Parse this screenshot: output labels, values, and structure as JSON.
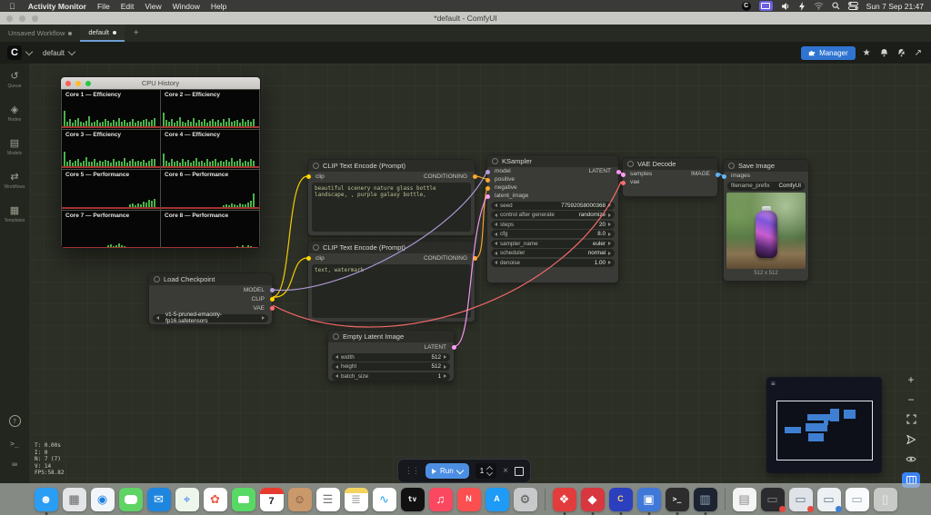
{
  "menu_bar": {
    "apple_logo": "",
    "app_name": "Activity Monitor",
    "items": [
      "File",
      "Edit",
      "View",
      "Window",
      "Help"
    ],
    "comfy_badge": "C",
    "clock": "Sun 7 Sep 21:47"
  },
  "window": {
    "title": "*default - ComfyUI"
  },
  "tab_bar": {
    "tabs": [
      {
        "label": "Unsaved Workflow",
        "active": false
      },
      {
        "label": "default",
        "active": true
      }
    ],
    "new_tab": "+"
  },
  "toolbar": {
    "logo_letter": "C",
    "workflow_dropdown": "default",
    "manager_label": "Manager"
  },
  "sidebar": {
    "items": [
      {
        "name": "sidebar-item-queue",
        "icon_name": "history-icon",
        "icon": "↺",
        "label": "Queue"
      },
      {
        "name": "sidebar-item-nodes",
        "icon_name": "node-library-icon",
        "icon": "◈",
        "label": "Nodes"
      },
      {
        "name": "sidebar-item-models",
        "icon_name": "model-library-icon",
        "icon": "▤",
        "label": "Models"
      },
      {
        "name": "sidebar-item-workflows",
        "icon_name": "workflows-icon",
        "icon": "⇄",
        "label": "Workflows"
      },
      {
        "name": "sidebar-item-templates",
        "icon_name": "templates-icon",
        "icon": "▦",
        "label": "Templates"
      }
    ],
    "help_glyph": "?",
    "terminal_glyph": ">_",
    "shortcuts_glyph": "⌨"
  },
  "cpu_window": {
    "title": "CPU History",
    "cores": [
      {
        "name": "cpu-core-1",
        "label": "Core 1 — Efficiency",
        "bars": [
          62,
          20,
          28,
          16,
          24,
          34,
          18,
          14,
          22,
          38,
          16,
          20,
          26,
          14,
          18,
          30,
          22,
          16,
          24,
          20,
          32,
          18,
          26,
          14,
          20,
          28,
          16,
          22,
          18,
          24,
          30,
          20,
          26,
          34
        ]
      },
      {
        "name": "cpu-core-2",
        "label": "Core 2 — Efficiency",
        "bars": [
          55,
          24,
          18,
          30,
          16,
          22,
          36,
          20,
          14,
          26,
          18,
          32,
          16,
          24,
          20,
          28,
          14,
          22,
          30,
          18,
          24,
          16,
          28,
          20,
          34,
          18,
          22,
          26,
          16,
          30,
          20,
          24,
          18,
          28
        ]
      },
      {
        "name": "cpu-core-3",
        "label": "Core 3 — Efficiency",
        "bars": [
          58,
          18,
          26,
          14,
          22,
          30,
          16,
          24,
          36,
          18,
          20,
          28,
          14,
          24,
          18,
          26,
          22,
          16,
          30,
          20,
          24,
          18,
          32,
          16,
          22,
          28,
          18,
          24,
          20,
          26,
          16,
          22,
          28,
          28
        ]
      },
      {
        "name": "cpu-core-4",
        "label": "Core 4 — Efficiency",
        "bars": [
          52,
          22,
          16,
          28,
          18,
          24,
          14,
          30,
          20,
          26,
          16,
          22,
          34,
          18,
          24,
          16,
          28,
          20,
          22,
          30,
          16,
          24,
          18,
          26,
          20,
          32,
          18,
          22,
          28,
          16,
          24,
          20,
          30,
          24
        ]
      },
      {
        "name": "cpu-core-5",
        "label": "Core 5 — Performance",
        "bars": [
          0,
          0,
          0,
          0,
          0,
          0,
          0,
          0,
          0,
          0,
          0,
          0,
          0,
          0,
          0,
          0,
          0,
          0,
          0,
          0,
          0,
          0,
          0,
          0,
          8,
          12,
          6,
          14,
          10,
          20,
          16,
          28,
          22,
          32
        ]
      },
      {
        "name": "cpu-core-6",
        "label": "Core 6 — Performance",
        "bars": [
          0,
          0,
          0,
          0,
          0,
          0,
          0,
          0,
          0,
          0,
          0,
          0,
          0,
          0,
          0,
          0,
          0,
          0,
          0,
          0,
          0,
          0,
          5,
          9,
          7,
          12,
          8,
          6,
          14,
          10,
          9,
          16,
          22,
          50
        ]
      },
      {
        "name": "cpu-core-7",
        "label": "Core 7 — Performance",
        "bars": [
          0,
          0,
          0,
          0,
          0,
          0,
          0,
          0,
          0,
          0,
          0,
          0,
          0,
          0,
          0,
          0,
          6,
          10,
          4,
          8,
          12,
          6,
          4,
          0,
          0,
          0,
          0,
          0,
          0,
          0,
          0,
          0,
          0,
          0
        ]
      },
      {
        "name": "cpu-core-8",
        "label": "Core 8 — Performance",
        "bars": [
          0,
          0,
          0,
          0,
          0,
          0,
          0,
          0,
          0,
          0,
          0,
          0,
          0,
          0,
          0,
          0,
          0,
          0,
          0,
          0,
          0,
          0,
          0,
          0,
          0,
          0,
          0,
          4,
          0,
          5,
          0,
          7,
          3,
          0
        ]
      }
    ]
  },
  "nodes": {
    "load_checkpoint": {
      "title": "Load Checkpoint",
      "outputs": [
        "MODEL",
        "CLIP",
        "VAE"
      ],
      "ckpt_name": "v1-5-pruned-emaonly-fp16.safetensors"
    },
    "clip_positive": {
      "title": "CLIP Text Encode (Prompt)",
      "input": "clip",
      "output": "CONDITIONING",
      "text": "beautiful scenery nature glass bottle landscape, , purple galaxy bottle,"
    },
    "clip_negative": {
      "title": "CLIP Text Encode (Prompt)",
      "input": "clip",
      "output": "CONDITIONING",
      "text": "text, watermark"
    },
    "empty_latent": {
      "title": "Empty Latent Image",
      "output": "LATENT",
      "widgets": [
        {
          "label": "width",
          "value": "512"
        },
        {
          "label": "height",
          "value": "512"
        },
        {
          "label": "batch_size",
          "value": "1"
        }
      ]
    },
    "ksampler": {
      "title": "KSampler",
      "inputs": [
        "model",
        "positive",
        "negative",
        "latent_image"
      ],
      "output": "LATENT",
      "widgets": [
        {
          "label": "seed",
          "value": "77592058000368"
        },
        {
          "label": "control after generate",
          "value": "randomize"
        },
        {
          "label": "steps",
          "value": "20"
        },
        {
          "label": "cfg",
          "value": "8.0"
        },
        {
          "label": "sampler_name",
          "value": "euler"
        },
        {
          "label": "scheduler",
          "value": "normal"
        },
        {
          "label": "denoise",
          "value": "1.00"
        }
      ]
    },
    "vae_decode": {
      "title": "VAE Decode",
      "inputs": [
        "samples",
        "vae"
      ],
      "output": "IMAGE"
    },
    "save_image": {
      "title": "Save Image",
      "input": "images",
      "widget_label": "filename_prefix",
      "widget_value": "ComfyUI",
      "caption": "512 x 512"
    }
  },
  "colors": {
    "model": "#B39DDB",
    "clip": "#FFD500",
    "vae": "#FF6E6E",
    "conditioning": "#FFA931",
    "latent": "#FF9CF9",
    "image": "#64B5F6",
    "accent_blue": "#2f74d0",
    "run_blue": "#4c8fe2"
  },
  "stats": [
    "T: 0.00s",
    "I: 0",
    "N: 7 (7)",
    "V: 14",
    "FPS:58.82"
  ],
  "run_bar": {
    "run_label": "Run",
    "queue_count": "1"
  },
  "dock": {
    "system": [
      {
        "name": "dock-finder",
        "glyph": "☻",
        "bg": "#2a9df4",
        "fg": "#ffffff",
        "cls": "running"
      },
      {
        "name": "dock-launchpad",
        "glyph": "▦",
        "bg": "#e3e5e7",
        "fg": "#666666"
      },
      {
        "name": "dock-safari",
        "glyph": "◉",
        "bg": "#f3f6f9",
        "fg": "#1d7fe0"
      },
      {
        "name": "dock-messages",
        "glyph": "",
        "bg": "#5fd364",
        "fg": "#ffffff",
        "cls": "bubble"
      },
      {
        "name": "dock-mail",
        "glyph": "✉",
        "bg": "#1f86e0",
        "fg": "#ffffff"
      },
      {
        "name": "dock-maps",
        "glyph": "⌖",
        "bg": "#eef6ec",
        "fg": "#2f7fe8"
      },
      {
        "name": "dock-photos",
        "glyph": "✿",
        "bg": "#ffffff",
        "fg": "#e8604c"
      },
      {
        "name": "dock-facetime",
        "glyph": "",
        "bg": "#57d964",
        "fg": "#ffffff",
        "cls": "cam"
      },
      {
        "name": "dock-calendar",
        "glyph": "7",
        "bg": "#ffffff",
        "fg": "#222222",
        "cls": "cal"
      },
      {
        "name": "dock-contacts",
        "glyph": "☺",
        "bg": "#c9986b",
        "fg": "#6b4a2d"
      },
      {
        "name": "dock-reminders",
        "glyph": "☰",
        "bg": "#ffffff",
        "fg": "#777777"
      },
      {
        "name": "dock-notes",
        "glyph": "≣",
        "bg": "#ffffff",
        "fg": "#999999",
        "cls": "notes"
      },
      {
        "name": "dock-freeform",
        "glyph": "∿",
        "bg": "#ffffff",
        "fg": "#2aa3e8"
      },
      {
        "name": "dock-appletv",
        "glyph": "tv",
        "bg": "#111111",
        "fg": "#ffffff",
        "cls": "mono"
      },
      {
        "name": "dock-music",
        "glyph": "♫",
        "bg": "#fa4860",
        "fg": "#ffffff"
      },
      {
        "name": "dock-news",
        "glyph": "N",
        "bg": "#fb4f50",
        "fg": "#ffffff",
        "cls": "small"
      },
      {
        "name": "dock-appstore",
        "glyph": "A",
        "bg": "#1d9bf6",
        "fg": "#ffffff",
        "cls": "small"
      },
      {
        "name": "dock-settings",
        "glyph": "⚙",
        "bg": "#c8c9cb",
        "fg": "#555555"
      }
    ],
    "running": [
      {
        "name": "dock-screen-tool",
        "glyph": "❖",
        "bg": "#e23c3c",
        "fg": "#ffffff",
        "cls": "running"
      },
      {
        "name": "dock-photo-tool",
        "glyph": "◆",
        "bg": "#d8373f",
        "fg": "#ffffff",
        "cls": "running"
      },
      {
        "name": "dock-comfyui",
        "glyph": "C",
        "bg": "#2b3fbf",
        "fg": "#ffd166",
        "cls": "running small"
      },
      {
        "name": "dock-blue-app",
        "glyph": "▣",
        "bg": "#3f78d8",
        "fg": "#ffffff",
        "cls": "running"
      },
      {
        "name": "dock-terminal",
        "glyph": ">_",
        "bg": "#2d2d2d",
        "fg": "#ffffff",
        "cls": "running mono"
      },
      {
        "name": "dock-preview-window",
        "glyph": "▥",
        "bg": "#1c2431",
        "fg": "#8fa2b8",
        "cls": "running"
      }
    ],
    "files": [
      {
        "name": "dock-document",
        "glyph": "▤",
        "bg": "#f4f4f4",
        "fg": "#888888"
      },
      {
        "name": "dock-minimized-window-1",
        "glyph": "▭",
        "bg": "#2b2b2e",
        "fg": "#888888",
        "cls": "badge-red"
      },
      {
        "name": "dock-minimized-window-2",
        "glyph": "▭",
        "bg": "#dfe3e8",
        "fg": "#667788",
        "cls": "badge-red"
      },
      {
        "name": "dock-minimized-window-3",
        "glyph": "▭",
        "bg": "#eef1f4",
        "fg": "#667788",
        "cls": "badge-blue"
      },
      {
        "name": "dock-minimized-window-4",
        "glyph": "▭",
        "bg": "#f8fafc",
        "fg": "#99a0aa"
      },
      {
        "name": "dock-trash",
        "glyph": "▯",
        "bg": "rgba(255,255,255,0.55)",
        "fg": "#eeeeee"
      }
    ]
  }
}
